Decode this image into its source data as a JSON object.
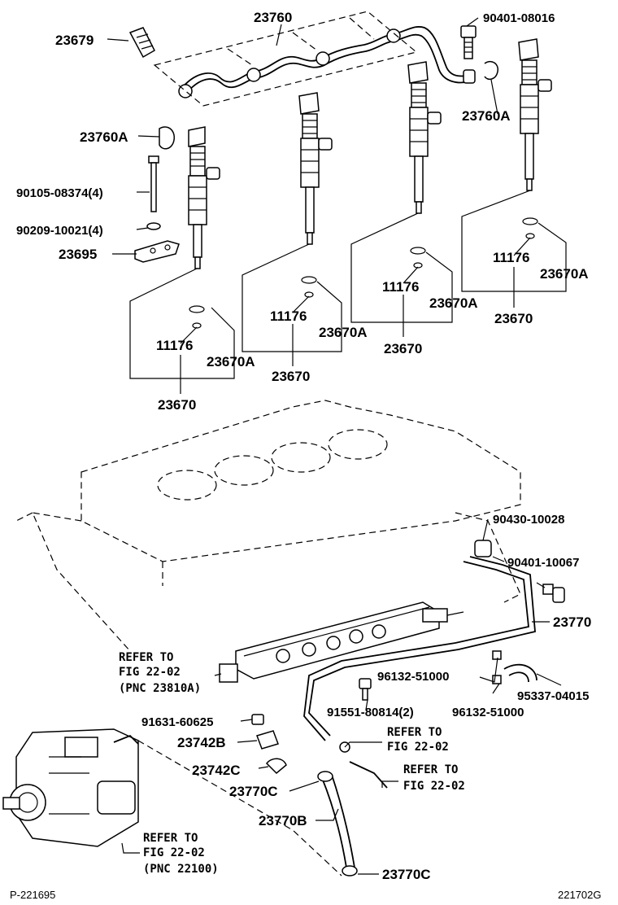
{
  "labels": {
    "l23760": "23760",
    "l23679": "23679",
    "l90401_08016": "90401-08016",
    "l23760a_top": "23760A",
    "l23760a_left": "23760A",
    "l90105": "90105-08374(4)",
    "l90209": "90209-10021(4)",
    "l23695": "23695",
    "inj1_o_ring": "11176",
    "inj1_seal": "23670A",
    "inj1_inj": "23670",
    "inj2_o_ring": "11176",
    "inj2_seal": "23670A",
    "inj2_inj": "23670",
    "inj3_o_ring": "11176",
    "inj3_seal": "23670A",
    "inj3_inj": "23670",
    "inj4_o_ring": "11176",
    "inj4_seal": "23670A",
    "inj4_inj": "23670",
    "l90430": "90430-10028",
    "l90401_10067": "90401-10067",
    "l23770": "23770",
    "l96132_a": "96132-51000",
    "l96132_b": "96132-51000",
    "l95337": "95337-04015",
    "l91551": "91551-80814(2)",
    "l91631": "91631-60625",
    "l23742b": "23742B",
    "l23742c": "23742C",
    "l23770c_a": "23770C",
    "l23770b": "23770B",
    "l23770c_b": "23770C"
  },
  "references": {
    "rail_ref_1": "REFER TO",
    "rail_ref_2": "FIG 22-02",
    "rail_ref_3": "(PNC 23810A)",
    "hose_ref_a1": "REFER TO",
    "hose_ref_a2": "FIG 22-02",
    "hose_ref_b1": "REFER TO",
    "hose_ref_b2": "FIG 22-02",
    "pump_ref_1": "REFER TO",
    "pump_ref_2": "FIG 22-02",
    "pump_ref_3": "(PNC 22100)"
  },
  "footer": {
    "page_id": "P-221695",
    "fig_id": "221702G"
  }
}
